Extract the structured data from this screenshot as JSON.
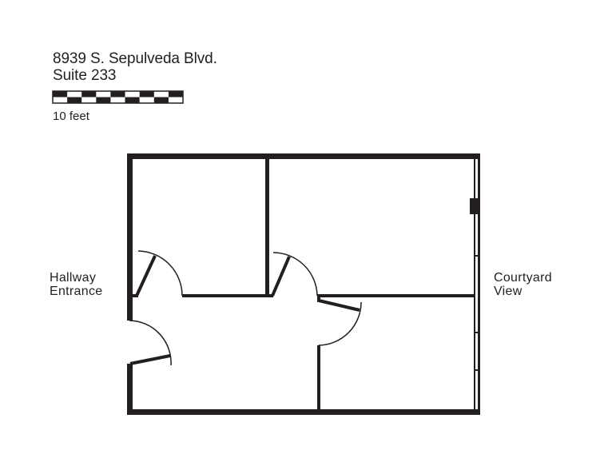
{
  "header": {
    "address": "8939 S. Sepulveda Blvd.",
    "suite": "Suite 233"
  },
  "scale": {
    "label": "10 feet",
    "segments": 9
  },
  "labels": {
    "left": [
      "Hallway",
      "Entrance"
    ],
    "right": [
      "Courtyard",
      "View"
    ]
  },
  "plan": {
    "wall_color": "#231f20",
    "rooms": [
      {
        "name": "upper-left-office"
      },
      {
        "name": "upper-right-office"
      },
      {
        "name": "lower-right-office"
      },
      {
        "name": "reception-area"
      }
    ],
    "doors": [
      {
        "name": "entrance-door"
      },
      {
        "name": "upper-left-office-door"
      },
      {
        "name": "upper-right-office-door"
      },
      {
        "name": "lower-right-office-door"
      }
    ]
  }
}
